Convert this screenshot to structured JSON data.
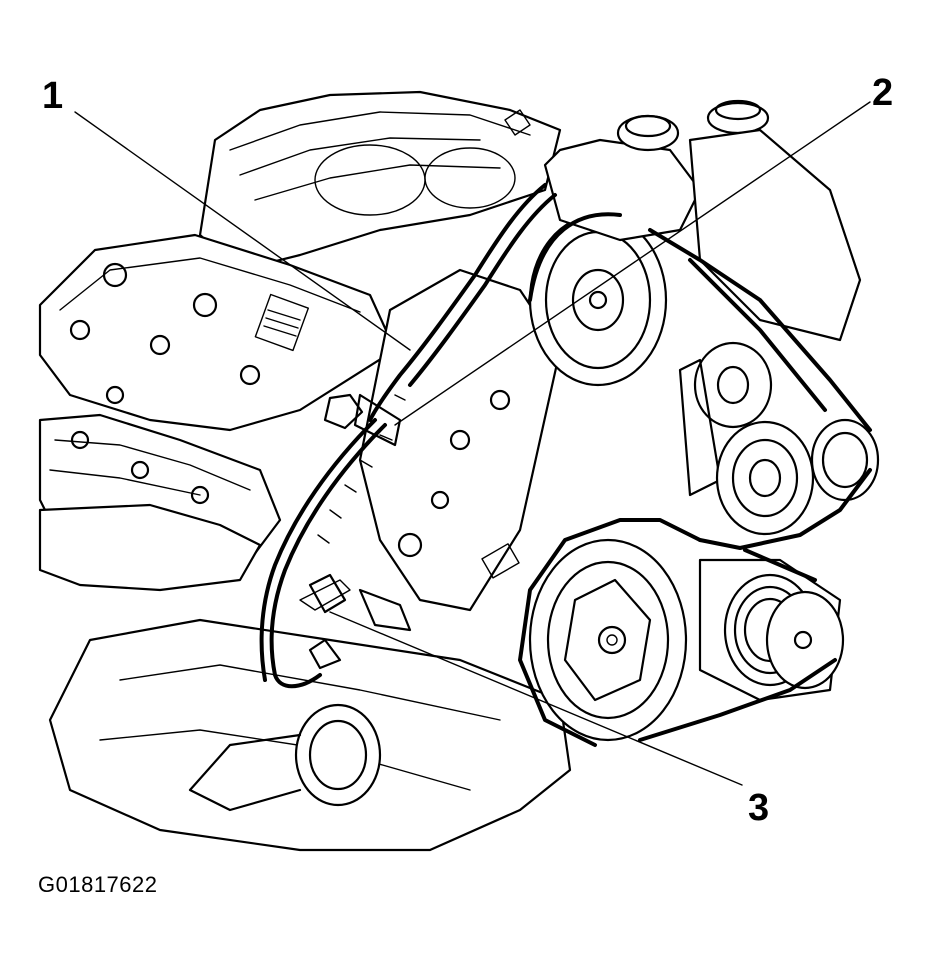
{
  "callouts": [
    {
      "label": "1"
    },
    {
      "label": "2"
    },
    {
      "label": "3"
    }
  ],
  "figure_id": "G01817622"
}
